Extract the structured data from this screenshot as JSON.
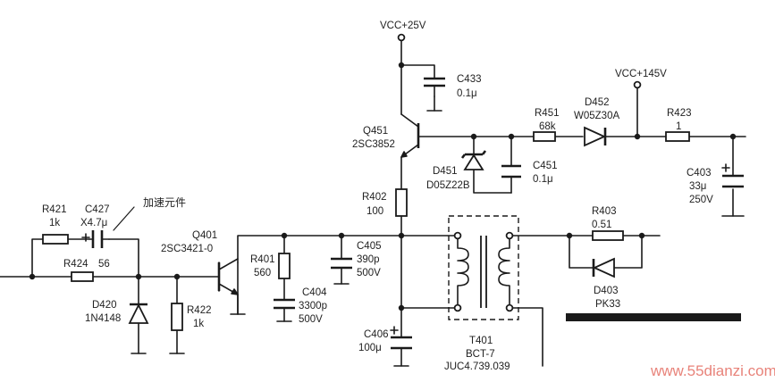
{
  "supply": {
    "vcc25": "VCC+25V",
    "vcc145": "VCC+145V"
  },
  "capacitors": {
    "c433": {
      "ref": "C433",
      "value": "0.1μ"
    },
    "c451": {
      "ref": "C451",
      "value": "0.1μ"
    },
    "c403": {
      "ref": "C403",
      "value": "33μ",
      "voltage": "250V"
    },
    "c427": {
      "ref": "C427",
      "value": "X4.7μ"
    },
    "c405": {
      "ref": "C405",
      "value": "390p",
      "voltage": "500V"
    },
    "c404": {
      "ref": "C404",
      "value": "3300p",
      "voltage": "500V"
    },
    "c406": {
      "ref": "C406",
      "value": "100μ"
    }
  },
  "resistors": {
    "r451": {
      "ref": "R451",
      "value": "68k"
    },
    "r423": {
      "ref": "R423",
      "value": "1"
    },
    "r402": {
      "ref": "R402",
      "value": "100"
    },
    "r403": {
      "ref": "R403",
      "value": "0.51"
    },
    "r421": {
      "ref": "R421",
      "value": "1k"
    },
    "r424": {
      "ref": "R424",
      "value": "56"
    },
    "r401": {
      "ref": "R401",
      "value": "560"
    },
    "r422": {
      "ref": "R422",
      "value": "1k"
    }
  },
  "diodes": {
    "d452": {
      "ref": "D452",
      "value": "W05Z30A"
    },
    "d451": {
      "ref": "D451",
      "value": "D05Z22B"
    },
    "d403": {
      "ref": "D403",
      "value": "PK33"
    },
    "d420": {
      "ref": "D420",
      "value": "1N4148"
    }
  },
  "transistors": {
    "q451": {
      "ref": "Q451",
      "value": "2SC3852"
    },
    "q401": {
      "ref": "Q401",
      "value": "2SC3421-0"
    }
  },
  "transformer": {
    "ref": "T401",
    "value": "BCT-7",
    "part_no": "JUC4.739.039"
  },
  "annotations": {
    "speedup": "加速元件"
  },
  "watermark": "www.55dianzi.com"
}
